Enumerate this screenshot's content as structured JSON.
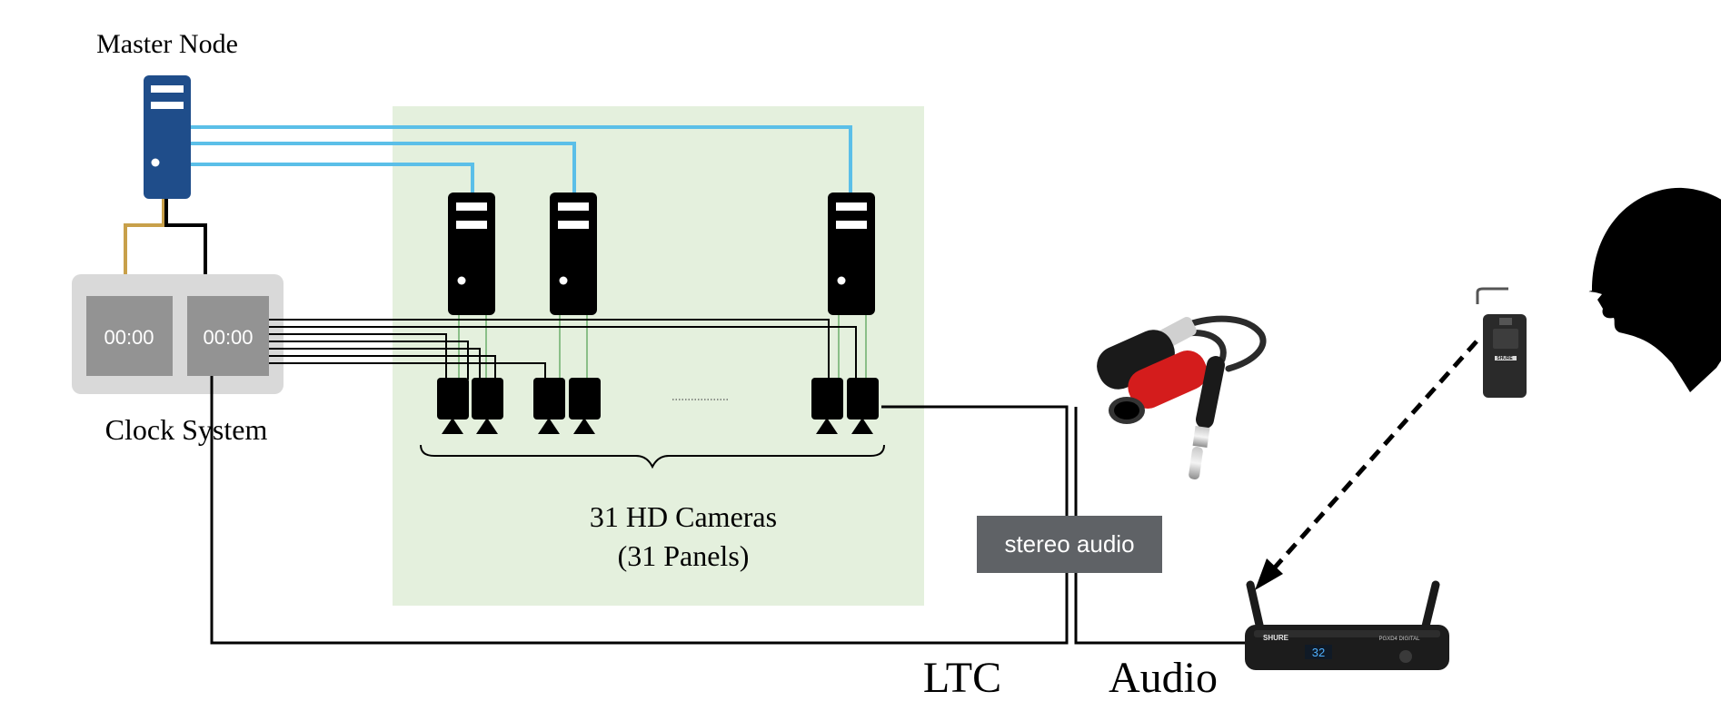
{
  "labels": {
    "master_node": "Master Node",
    "clock_system": "Clock System",
    "clock_a": "00:00",
    "clock_b": "00:00",
    "cameras_line1": "31 HD Cameras",
    "cameras_line2": "(31 Panels)",
    "stereo_audio": "stereo audio",
    "ltc": "LTC",
    "audio": "Audio",
    "receiver_brand": "SHURE",
    "receiver_model": "PGXD4 DIGITAL",
    "receiver_display": "32",
    "bodypack_brand": "SHURE"
  },
  "colors": {
    "server_blue": "#1f4d8a",
    "network_cable": "#5bbfe8",
    "sync_cable": "#c8a04a",
    "panel_bg": "#e4f0dd",
    "clock_housing": "#d9d9d9",
    "clock_face": "#939393",
    "label_box": "#5f6266",
    "genlock_green": "#5aa55a"
  },
  "icons": {
    "master": "server-icon",
    "node": "server-icon",
    "camera": "camera-icon",
    "cable": "audio-y-cable-icon",
    "receiver": "wireless-receiver-icon",
    "bodypack": "bodypack-transmitter-icon",
    "head": "head-silhouette-icon"
  }
}
